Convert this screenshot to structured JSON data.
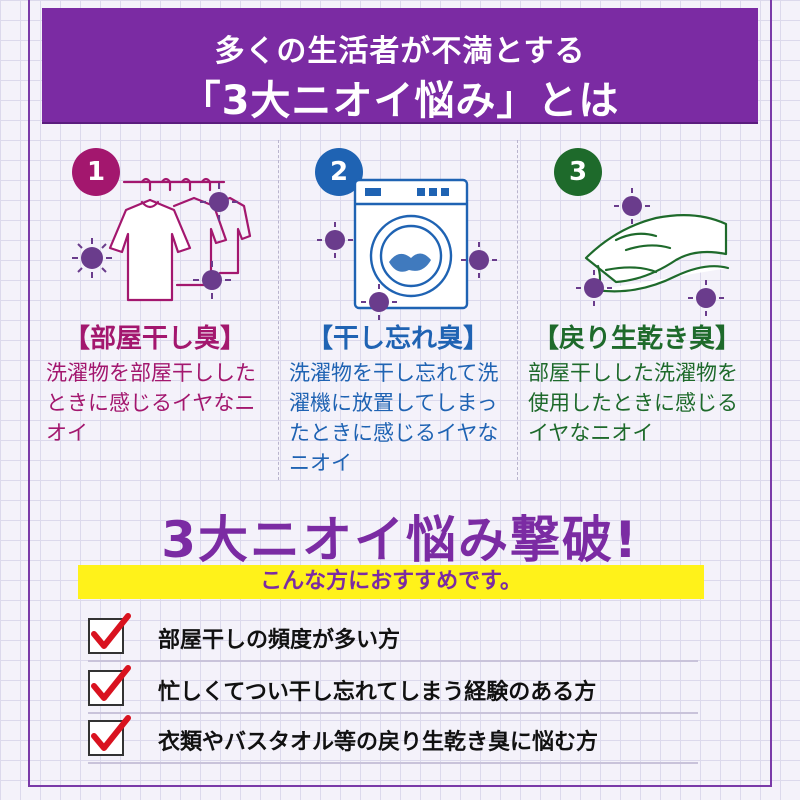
{
  "banner": {
    "line1": "多くの生活者が不満とする",
    "line2": "「3大ニオイ悩み」とは"
  },
  "columns": [
    {
      "number": "1",
      "title": "【部屋干し臭】",
      "description": "洗濯物を部屋干ししたときに感じるイヤなニオイ",
      "color": "#a3176e",
      "icon": "hanging-clothes-icon"
    },
    {
      "number": "2",
      "title": "【干し忘れ臭】",
      "description": "洗濯物を干し忘れて洗濯機に放置してしまったときに感じるイヤなニオイ",
      "color": "#1f63b3",
      "icon": "washing-machine-icon"
    },
    {
      "number": "3",
      "title": "【戻り生乾き臭】",
      "description": "部屋干しした洗濯物を使用したときに感じるイヤなニオイ",
      "color": "#1e6a2b",
      "icon": "hands-towel-icon"
    }
  ],
  "headline": "3大ニオイ悩み撃破!",
  "recommend": "こんな方におすすめです。",
  "checklist": [
    "部屋干しの頻度が多い方",
    "忙しくてつい干し忘れてしまう経験のある方",
    "衣類やバスタオル等の戻り生乾き臭に悩む方"
  ],
  "colors": {
    "accent": "#7b2ba3",
    "highlight": "#fff21a",
    "check": "#d9121f"
  }
}
